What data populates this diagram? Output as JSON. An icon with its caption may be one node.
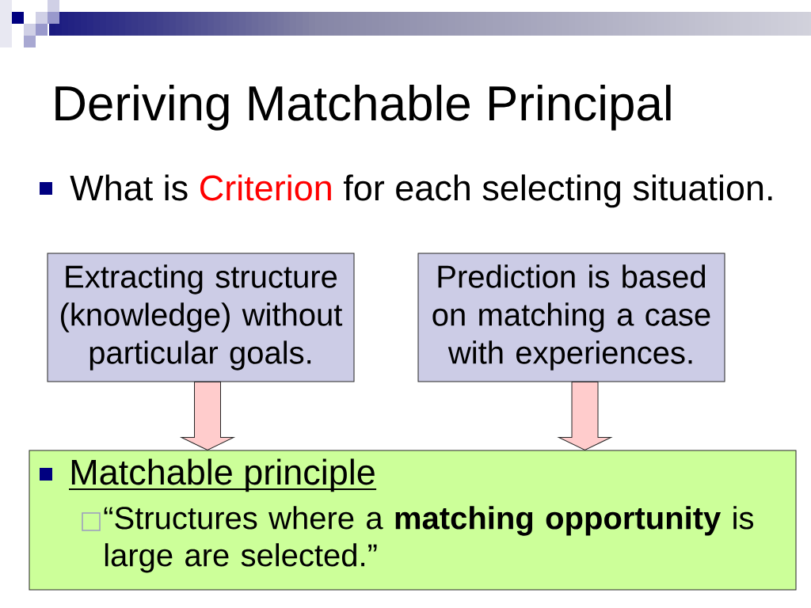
{
  "diagram": {
    "title": "Deriving Matchable Principal",
    "nodes": [
      {
        "text": [
          "Extracting structure (knowledge) without particular goals."
        ]
      },
      {
        "text": [
          "Prediction is based on matching a case with experiences."
        ]
      },
      {
        "text": [
          "Matchable principle",
          "“Structures where a **matching opportunity** is large are selected.”"
        ]
      }
    ],
    "edges": [
      {
        "from": 0,
        "to": 2,
        "arrow": "to"
      },
      {
        "from": 1,
        "to": 2,
        "arrow": "to"
      }
    ],
    "labels": [
      "What is",
      "Criterion",
      "for each selecting situation."
    ]
  }
}
